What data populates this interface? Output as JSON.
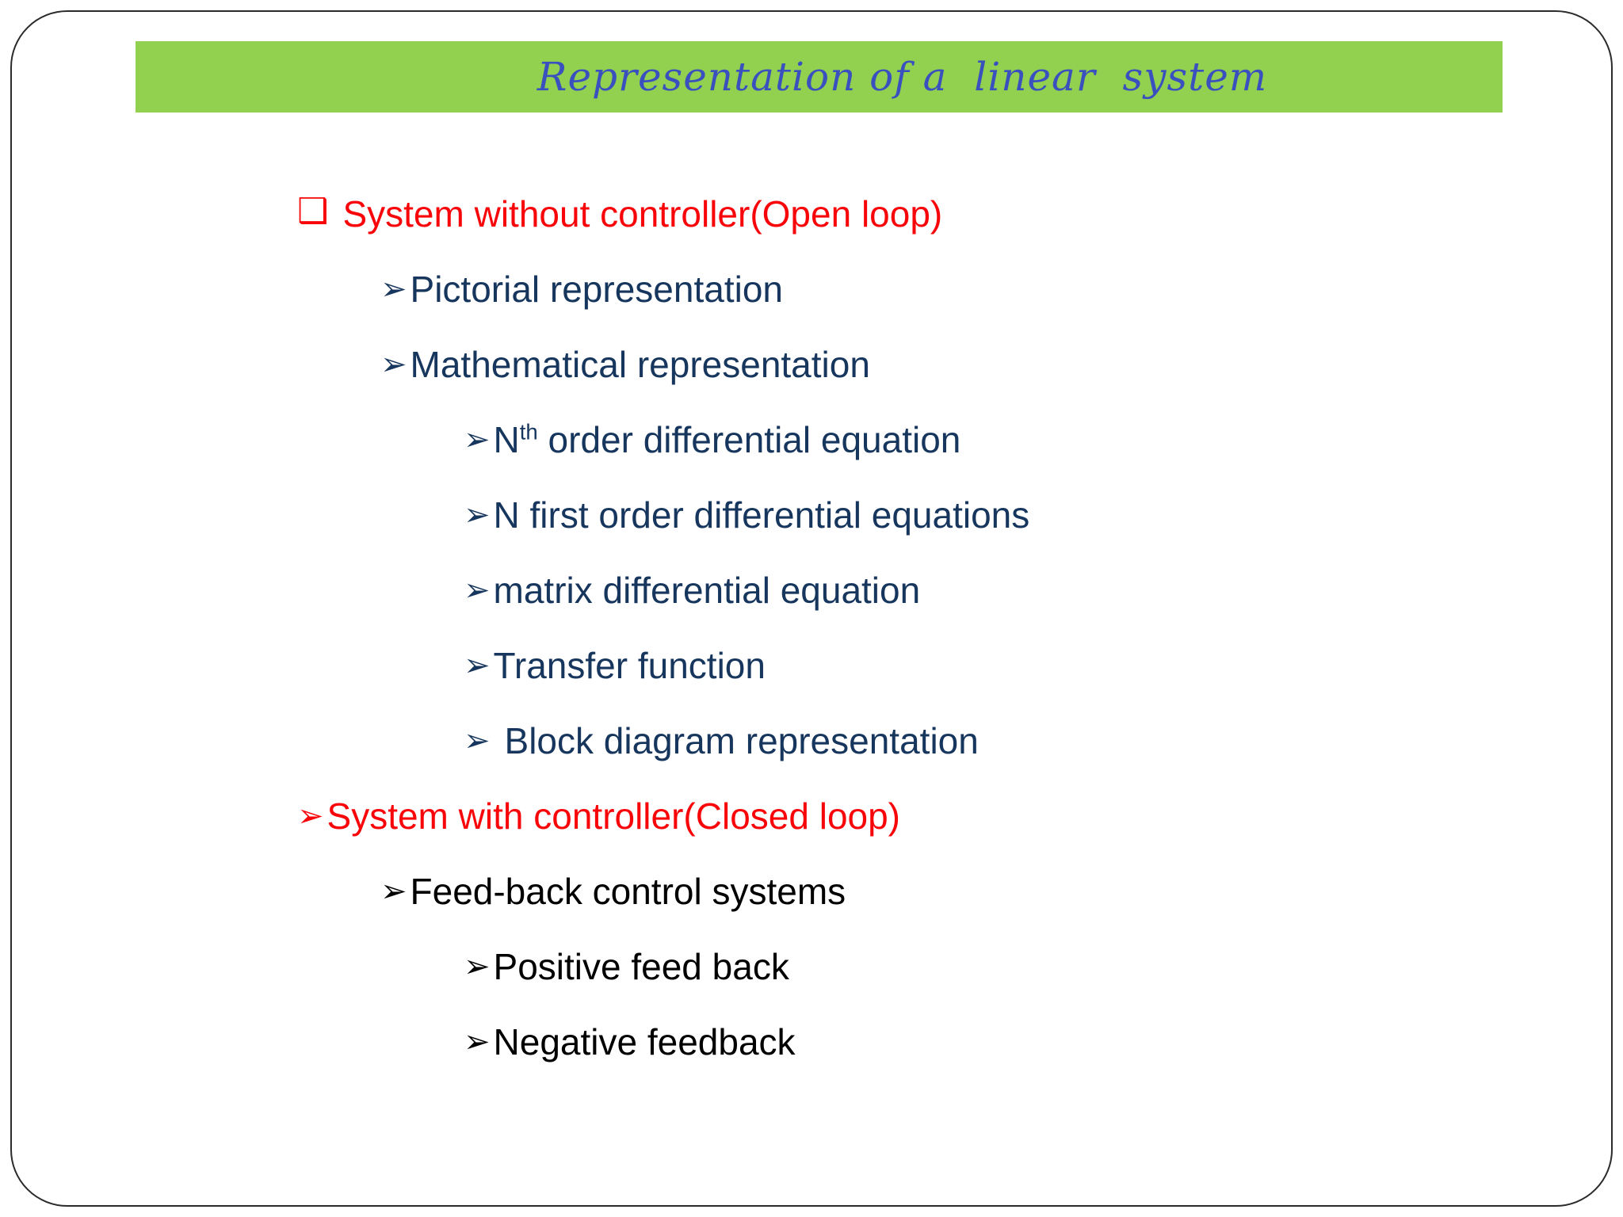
{
  "slide": {
    "title": "Representation of a  linear  system",
    "title_bar": {
      "background": "#92d050",
      "text_color": "#3a50be"
    },
    "border_color": "#2b2b2b",
    "colors": {
      "red": "#f80509",
      "navy": "#17365d",
      "black": "#000000"
    },
    "bullets": [
      {
        "level": 0,
        "marker": "❑",
        "color": "red",
        "text": "System without controller(Open loop)"
      },
      {
        "level": 1,
        "marker": "➢",
        "color": "navy",
        "text": "Pictorial representation"
      },
      {
        "level": 1,
        "marker": "➢",
        "color": "navy",
        "text": "Mathematical representation"
      },
      {
        "level": 2,
        "marker": "➢",
        "color": "navy",
        "parts": {
          "pre": "N",
          "sup": "th",
          "post": " order differential equation"
        }
      },
      {
        "level": 2,
        "marker": "➢",
        "color": "navy",
        "text": "N first order differential equations"
      },
      {
        "level": 2,
        "marker": "➢",
        "color": "navy",
        "text": "matrix differential equation"
      },
      {
        "level": 2,
        "marker": "➢",
        "color": "navy",
        "text": "Transfer function"
      },
      {
        "level": 2,
        "marker": "➢",
        "color": "navy",
        "text": "Block diagram representation"
      },
      {
        "level": 0,
        "marker": "➢",
        "color": "red",
        "text": "System with controller(Closed loop)"
      },
      {
        "level": 1,
        "marker": "➢",
        "color": "black",
        "text": "Feed-back control systems"
      },
      {
        "level": 2,
        "marker": "➢",
        "color": "black",
        "text": "Positive feed back"
      },
      {
        "level": 2,
        "marker": "➢",
        "color": "black",
        "text": "Negative feedback"
      }
    ]
  }
}
